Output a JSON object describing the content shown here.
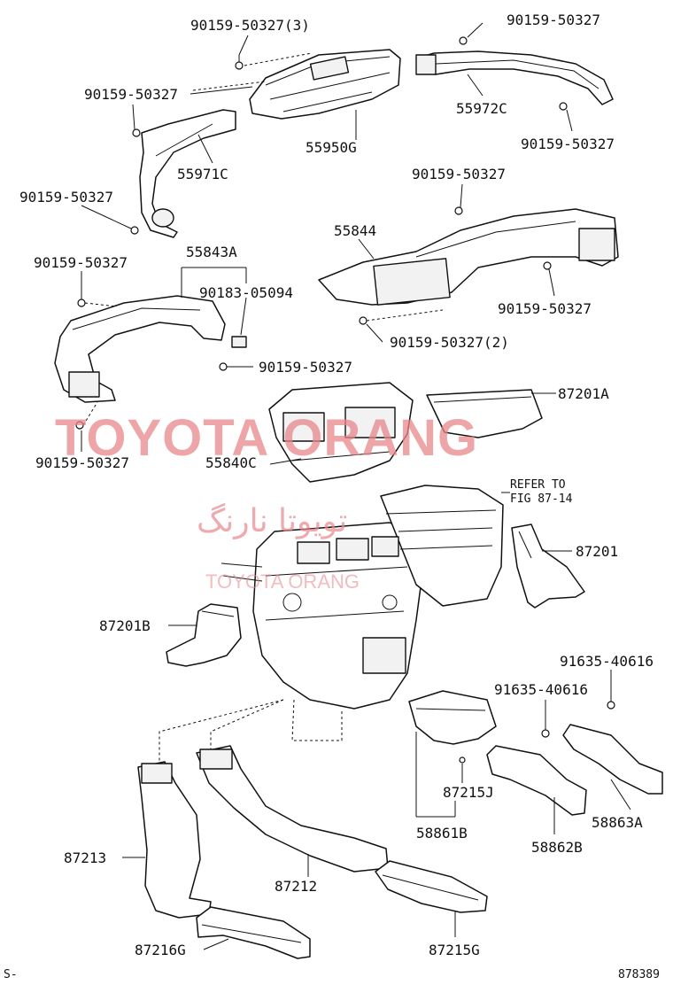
{
  "labels": {
    "p_90159_50327_3": "90159-50327(3)",
    "p_90159_50327_a": "90159-50327",
    "p_90159_50327_b": "90159-50327",
    "p_90159_50327_c": "90159-50327",
    "p_90159_50327_d": "90159-50327",
    "p_90159_50327_e": "90159-50327",
    "p_90159_50327_f": "90159-50327",
    "p_90159_50327_g": "90159-50327",
    "p_90159_50327_h": "90159-50327",
    "p_90159_50327_i": "90159-50327",
    "p_90159_50327_2": "90159-50327(2)",
    "p_55950G": "55950G",
    "p_55972C": "55972C",
    "p_55971C": "55971C",
    "p_55844": "55844",
    "p_55843A": "55843A",
    "p_90183_05094": "90183-05094",
    "p_87201A": "87201A",
    "p_55840C": "55840C",
    "refer_1": "REFER TO",
    "refer_2": "FIG 87-14",
    "p_87201": "87201",
    "p_87201B": "87201B",
    "p_91635_40616_a": "91635-40616",
    "p_91635_40616_b": "91635-40616",
    "p_87215J": "87215J",
    "p_58861B": "58861B",
    "p_58862B": "58862B",
    "p_58863A": "58863A",
    "p_87213": "87213",
    "p_87212": "87212",
    "p_87216G": "87216G",
    "p_87215G": "87215G",
    "corner_left": "S-",
    "figure_number": "878389"
  },
  "watermark": {
    "main": "TOYOTA ORANG",
    "persian": "تويوتا نارنگ",
    "small": "TOYOTA ORANG",
    "color": "#e8878c"
  }
}
